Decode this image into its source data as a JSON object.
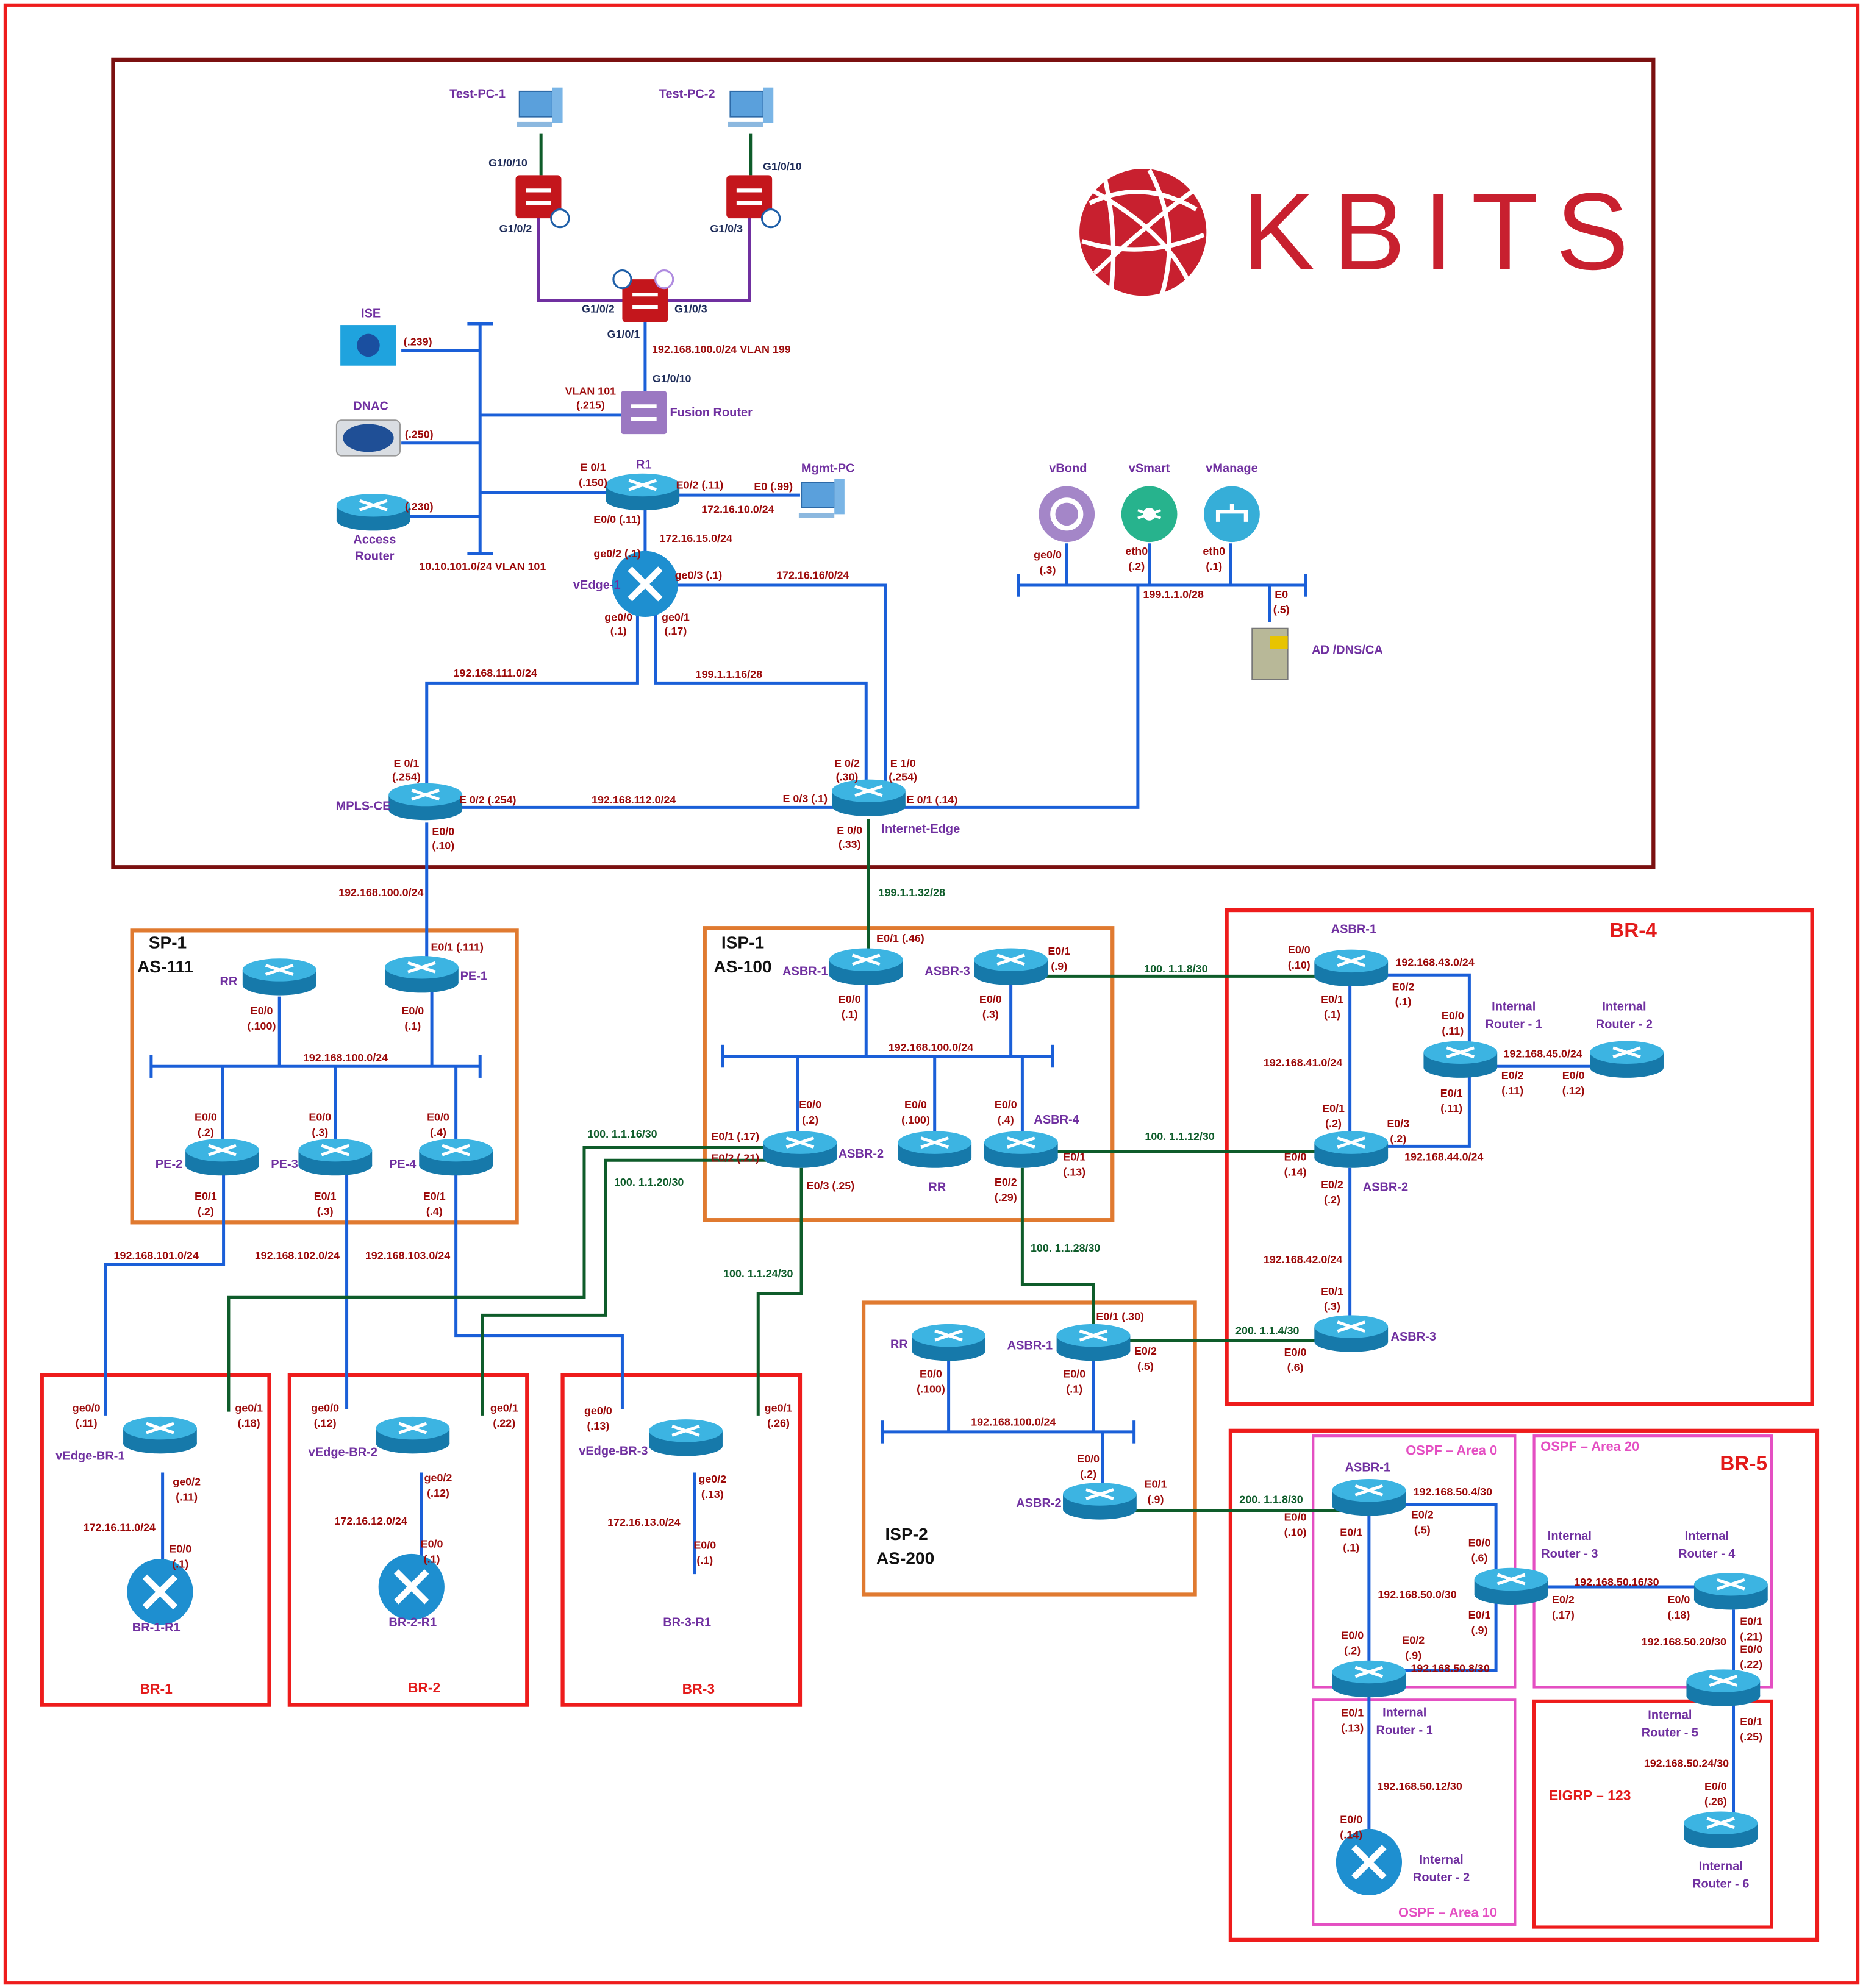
{
  "logo": {
    "text": "KBITS",
    "color": "#c8202f"
  },
  "colors": {
    "outer_border": "#ee1c1c",
    "hq_border": "#7b1010",
    "service_provider_border": "#e07a30",
    "branch_border": "#ee1c1c",
    "ospf_area_border": "#e44fc2",
    "lan_link": "#1a5fd8",
    "wan_link": "#0e5c2a",
    "access_link": "#7030a0"
  },
  "devices": [
    {
      "icon": "pc"
    },
    {
      "icon": "pc"
    },
    {
      "icon": "switch"
    },
    {
      "icon": "switch"
    },
    {
      "icon": "switch"
    },
    {
      "icon": "fusion-router"
    },
    {
      "icon": "ise"
    },
    {
      "icon": "dnac"
    },
    {
      "icon": "router"
    },
    {
      "icon": "router"
    },
    {
      "icon": "pc"
    },
    {
      "icon": "vedge"
    },
    {
      "icon": "router"
    },
    {
      "icon": "router"
    },
    {
      "icon": "vbond"
    },
    {
      "icon": "vsmart"
    },
    {
      "icon": "vmanage"
    },
    {
      "icon": "server"
    },
    {
      "icon": "router"
    },
    {
      "icon": "router"
    },
    {
      "icon": "router"
    },
    {
      "icon": "router"
    },
    {
      "icon": "router"
    },
    {
      "icon": "router"
    },
    {
      "icon": "router"
    },
    {
      "icon": "router"
    },
    {
      "icon": "router"
    },
    {
      "icon": "router"
    },
    {
      "icon": "router"
    },
    {
      "icon": "router"
    },
    {
      "icon": "router"
    },
    {
      "icon": "router"
    },
    {
      "icon": "router"
    },
    {
      "icon": "router"
    },
    {
      "icon": "router"
    },
    {
      "icon": "router"
    },
    {
      "icon": "router"
    },
    {
      "icon": "router"
    },
    {
      "icon": "router"
    },
    {
      "icon": "router"
    },
    {
      "icon": "router"
    },
    {
      "icon": "router"
    },
    {
      "icon": "vedge"
    },
    {
      "icon": "router"
    },
    {
      "icon": "vedge"
    },
    {
      "icon": "router"
    },
    {
      "icon": "vedge"
    },
    {
      "icon": "router"
    }
  ],
  "sections": {
    "hq": [
      "Test-PC-1",
      "Test-PC-2",
      "G1/0/10",
      "G1/0/2",
      "G1/0/10",
      "G1/0/3",
      "G1/0/2",
      "G1/0/3",
      "G1/0/1",
      "192.168.100.0/24 VLAN 199",
      "G1/0/10",
      "ISE",
      "(.239)",
      "VLAN 101",
      "(.215)",
      "Fusion Router",
      "DNAC",
      "(.250)",
      "E 0/1",
      "(.150)",
      "R1",
      "E0/2 (.11)",
      "E0 (.99)",
      "Mgmt-PC",
      "172.16.10.0/24",
      "(.230)",
      "Access",
      "Router",
      "E0/0 (.11)",
      "172.16.15.0/24",
      "ge0/2 (.1)",
      "10.10.101.0/24 VLAN 101",
      "vEdge-1",
      "ge0/3 (.1)",
      "172.16.16/0/24",
      "ge0/0",
      "(.1)",
      "ge0/1",
      "(.17)",
      "192.168.111.0/24",
      "199.1.1.16/28",
      "E 0/1",
      "(.254)",
      "E 0/2",
      "(.30)",
      "E 1/0",
      "(.254)",
      "MPLS-CE",
      "E 0/2 (.254)",
      "192.168.112.0/24",
      "E 0/3 (.1)",
      "E 0/1 (.14)",
      "E0/0",
      "(.10)",
      "E 0/0",
      "(.33)",
      "Internet-Edge",
      "vBond",
      "vSmart",
      "vManage",
      "ge0/0",
      "(.3)",
      "eth0",
      "(.2)",
      "eth0",
      "(.1)",
      "199.1.1.0/28",
      "E0",
      "(.5)",
      "AD /DNS/CA"
    ],
    "sp1": [
      "192.168.100.0/24",
      "E0/1 (.111)",
      "RR",
      "PE-1",
      "E0/0",
      "(.100)",
      "E0/0",
      "(.1)",
      "192.168.100.0/24",
      "E0/0",
      "(.2)",
      "E0/0",
      "(.3)",
      "E0/0",
      "(.4)",
      "PE-2",
      "PE-3",
      "PE-4",
      "E0/1",
      "(.2)",
      "E0/1",
      "(.3)",
      "E0/1",
      "(.4)",
      "192.168.101.0/24",
      "192.168.102.0/24",
      "192.168.103.0/24",
      "SP-1",
      "AS-111"
    ],
    "isp1": [
      "199.1.1.32/28",
      "ISP-1",
      "AS-100",
      "E0/1 (.46)",
      "ASBR-1",
      "ASBR-3",
      "E0/1",
      "(.9)",
      "100. 1.1.8/30",
      "E0/0",
      "(.1)",
      "E0/0",
      "(.3)",
      "192.168.100.0/24",
      "E0/0",
      "(.2)",
      "E0/0",
      "(.100)",
      "E0/0",
      "(.4)",
      "ASBR-4",
      "100. 1.1.16/30",
      "E0/1 (.17)",
      "E0/2 (.21)",
      "ASBR-2",
      "100. 1.1.20/30",
      "E0/3 (.25)",
      "RR",
      "E0/2",
      "(.29)",
      "E0/1",
      "(.13)",
      "100. 1.1.12/30",
      "100. 1.1.24/30",
      "100. 1.1.28/30"
    ],
    "isp2": [
      "ISP-2",
      "AS-200",
      "RR",
      "ASBR-1",
      "E0/1 (.30)",
      "E0/2",
      "(.5)",
      "E0/0",
      "(.100)",
      "E0/0",
      "(.1)",
      "192.168.100.0/24",
      "E0/0",
      "(.2)",
      "ASBR-2",
      "E0/1",
      "(.9)",
      "200. 1.1.4/30",
      "E0/0",
      "(.6)",
      "200. 1.1.8/30"
    ],
    "br4": [
      "BR-4",
      "ASBR-1",
      "E0/0",
      "(.10)",
      "192.168.43.0/24",
      "E0/2",
      "(.1)",
      "E0/1",
      "(.1)",
      "Internal",
      "Router - 1",
      "Internal",
      "Router - 2",
      "E0/0",
      "(.11)",
      "192.168.41.0/24",
      "192.168.45.0/24",
      "E0/2",
      "(.11)",
      "E0/0",
      "(.12)",
      "E0/1",
      "(.11)",
      "E0/1",
      "(.2)",
      "E0/3",
      "(.2)",
      "E0/0",
      "(.14)",
      "192.168.44.0/24",
      "E0/2",
      "(.2)",
      "ASBR-2",
      "192.168.42.0/24",
      "E0/1",
      "(.3)",
      "ASBR-3"
    ],
    "br5": [
      "BR-5",
      "OSPF – Area 0",
      "OSPF – Area 20",
      "OSPF – Area 10",
      "EIGRP – 123",
      "ASBR-1",
      "192.168.50.4/30",
      "E0/0",
      "(.10)",
      "E0/1",
      "(.1)",
      "E0/2",
      "(.5)",
      "E0/0",
      "(.6)",
      "Internal",
      "Router - 3",
      "Internal",
      "Router - 4",
      "192.168.50.16/30",
      "192.168.50.0/30",
      "E0/2",
      "(.17)",
      "E0/0",
      "(.18)",
      "E0/1",
      "(.9)",
      "E0/1",
      "(.21)",
      "192.168.50.20/30",
      "E0/0",
      "(.22)",
      "E0/0",
      "(.2)",
      "E0/2",
      "(.9)",
      "192.168.50.8/30",
      "E0/1",
      "(.13)",
      "Internal",
      "Router - 1",
      "Internal",
      "Router - 5",
      "E0/1",
      "(.25)",
      "192.168.50.24/30",
      "192.168.50.12/30",
      "E0/0",
      "(.26)",
      "E0/0",
      "(.14)",
      "Internal",
      "Router - 2",
      "Internal",
      "Router - 6"
    ],
    "branches": [
      "ge0/0",
      "(.11)",
      "ge0/1",
      "(.18)",
      "vEdge-BR-1",
      "ge0/2",
      "(.11)",
      "172.16.11.0/24",
      "E0/0",
      "(.1)",
      "BR-1-R1",
      "BR-1",
      "ge0/0",
      "(.12)",
      "ge0/1",
      "(.22)",
      "vEdge-BR-2",
      "ge0/2",
      "(.12)",
      "172.16.12.0/24",
      "E0/0",
      "(.1)",
      "BR-2-R1",
      "BR-2",
      "ge0/0",
      "(.13)",
      "ge0/1",
      "(.26)",
      "vEdge-BR-3",
      "ge0/2",
      "(.13)",
      "172.16.13.0/24",
      "E0/0",
      "(.1)",
      "BR-3-R1",
      "BR-3"
    ]
  }
}
